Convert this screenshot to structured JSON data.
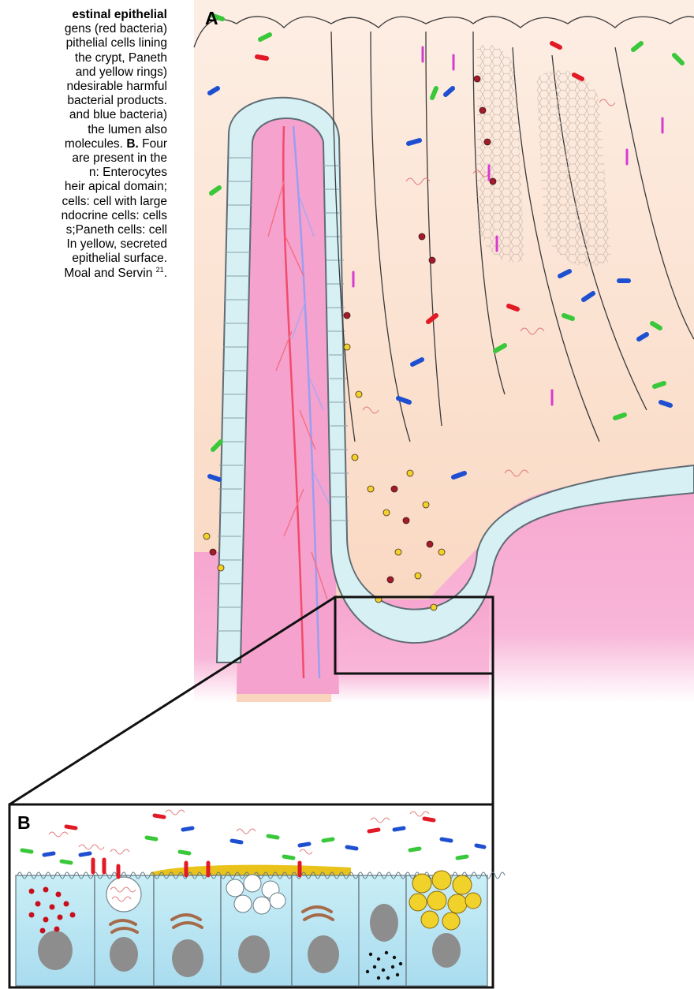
{
  "caption": {
    "lines": [
      {
        "bold": "estinal epithelial",
        "text": ""
      },
      {
        "bold": "",
        "text": "gens (red bacteria)"
      },
      {
        "bold": "",
        "text": "pithelial cells lining"
      },
      {
        "bold": "",
        "text": "the crypt, Paneth"
      },
      {
        "bold": "",
        "text": "and yellow rings)"
      },
      {
        "bold": "",
        "text": "ndesirable harmful"
      },
      {
        "bold": "",
        "text": "bacterial products."
      },
      {
        "bold": "",
        "text": "and blue bacteria)"
      },
      {
        "bold": "",
        "text": "the lumen also"
      },
      {
        "bold": "",
        "text": "molecules."
      },
      {
        "bold": "",
        "text": "are present in the"
      },
      {
        "bold": "",
        "text": "n: Enterocytes"
      },
      {
        "bold": "",
        "text": "heir apical domain;"
      },
      {
        "bold": "",
        "text": "cells: cell with large"
      },
      {
        "bold": "",
        "text": "ndocrine cells: cells"
      },
      {
        "bold": "",
        "text": "s;Paneth cells: cell"
      },
      {
        "bold": "",
        "text": "In yellow, secreted"
      },
      {
        "bold": "",
        "text": "epithelial surface."
      },
      {
        "bold": "",
        "text": "Moal and Servin"
      }
    ],
    "panel_b_marker": "B.",
    "panel_b_after": "Four",
    "reference": "21",
    "end_period": "."
  },
  "figure": {
    "panel_a_label": "A",
    "panel_b_label": "B",
    "colors": {
      "lumen_peach": "#fbe3d2",
      "tissue_pink": "#f7a6cf",
      "epithelium_blue": "#d9f0f3",
      "cell_blue": "#b9e6f1",
      "bacteria_red": "#e21a26",
      "bacteria_green": "#39c83a",
      "bacteria_blue": "#1f4fd1",
      "granule_yellow": "#f1d22a",
      "granule_darkred": "#a41a2b",
      "mucus_yellow": "#e9c21a"
    }
  }
}
